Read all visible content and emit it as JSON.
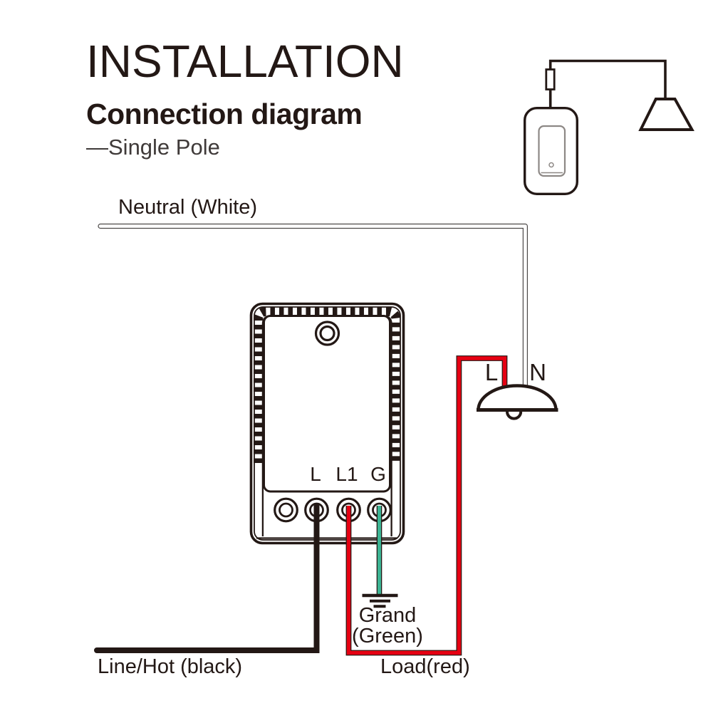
{
  "header": {
    "title": "INSTALLATION",
    "subtitle": "Connection diagram",
    "variant": "—Single Pole"
  },
  "diagram": {
    "wire_labels": {
      "neutral": "Neutral (White)",
      "line_hot": "Line/Hot (black)",
      "load": "Load(red)",
      "ground_line1": "Grand",
      "ground_line2": "(Green)"
    },
    "lamp_terminals": {
      "live": "L",
      "neutral": "N"
    },
    "device_terminals": {
      "l": "L",
      "l1": "L1",
      "g": "G"
    },
    "colors": {
      "ink": "#231815",
      "wire_red": "#e60012",
      "wire_green": "#3cb493",
      "wire_white_outline": "#4c4948",
      "rocker_gray": "#8d8885"
    }
  }
}
